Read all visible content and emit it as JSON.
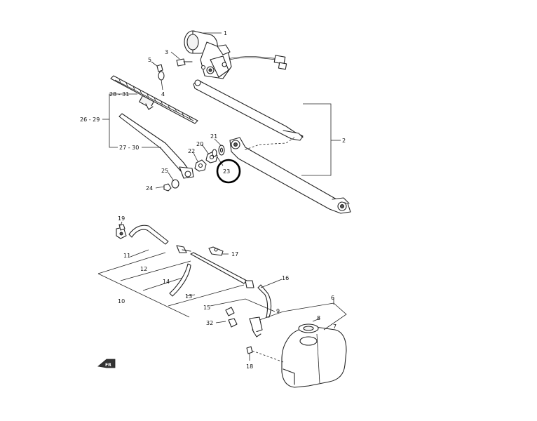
{
  "callouts": {
    "c1": "1",
    "c2": "2",
    "c3": "3",
    "c4": "4",
    "c5": "5",
    "c6": "6",
    "c7": "7",
    "c8": "8",
    "c9": "9",
    "c10": "10",
    "c11": "11",
    "c12": "12",
    "c13": "13",
    "c14": "14",
    "c15": "15",
    "c16": "16",
    "c17": "17",
    "c18": "18",
    "c19": "19",
    "c20": "20",
    "c21": "21",
    "c22": "22",
    "c23": "23",
    "c24": "24",
    "c25": "25",
    "c26_29": "26 - 29",
    "c27_30": "27 - 30",
    "c28_31": "28 - 31",
    "c32": "32"
  },
  "highlighted_callout": "23",
  "orientation_marker": "FR",
  "colors": {
    "line": "#222222",
    "background": "#ffffff",
    "highlight": "#000000"
  }
}
